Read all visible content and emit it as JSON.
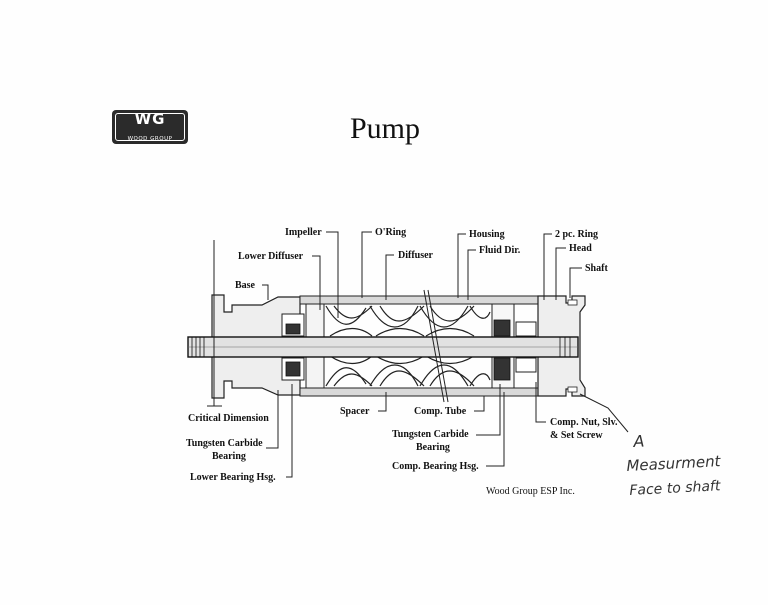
{
  "logo": {
    "mark": "WG",
    "sub": "WOOD GROUP"
  },
  "title": "Pump",
  "labels": {
    "impeller": "Impeller",
    "o_ring": "O'Ring",
    "housing": "Housing",
    "two_pc_ring": "2 pc. Ring",
    "lower_diffuser": "Lower Diffuser",
    "diffuser": "Diffuser",
    "fluid_dir": "Fluid Dir.",
    "head": "Head",
    "shaft": "Shaft",
    "base": "Base",
    "critical_dimension": "Critical Dimension",
    "spacer": "Spacer",
    "comp_tube": "Comp. Tube",
    "comp_nut_1": "Comp. Nut, Slv.",
    "comp_nut_2": "& Set Screw",
    "tc_bearing_left_1": "Tungsten Carbide",
    "tc_bearing_left_2": "Bearing",
    "tc_bearing_center_1": "Tungsten Carbide",
    "tc_bearing_center_2": "Bearing",
    "lower_bearing_hsg": "Lower Bearing Hsg.",
    "comp_bearing_hsg": "Comp. Bearing Hsg."
  },
  "credit": "Wood Group ESP Inc.",
  "handwritten": {
    "letter": "A",
    "line1": "Measurment",
    "line2": "Face to shaft"
  }
}
